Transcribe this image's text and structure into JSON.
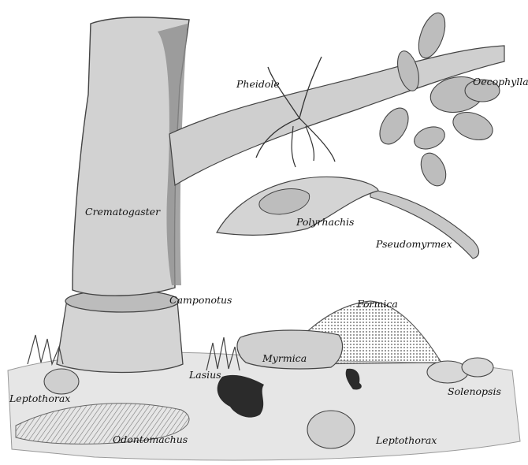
{
  "labels": {
    "pheidole": "Pheidole",
    "oecophylla": "Oecophylla",
    "crematogaster": "Crematogaster",
    "polyrhachis": "Polyrhachis",
    "pseudomyrmex": "Pseudomyrmex",
    "camponotus": "Camponotus",
    "formica": "Formica",
    "myrmica": "Myrmica",
    "lasius": "Lasius",
    "solenopsis": "Solenopsis",
    "leptothorax_left": "Leptothorax",
    "leptothorax_right": "Leptothorax",
    "odontomachus": "Odontomachus"
  },
  "colors": {
    "ground": "#e9e9e9",
    "trunk": "#d2d2d2",
    "trunk_shadow": "#8f8f8f",
    "foliage": "#bdbdbd",
    "dark": "#2b2b2b",
    "ink": "#111111"
  }
}
